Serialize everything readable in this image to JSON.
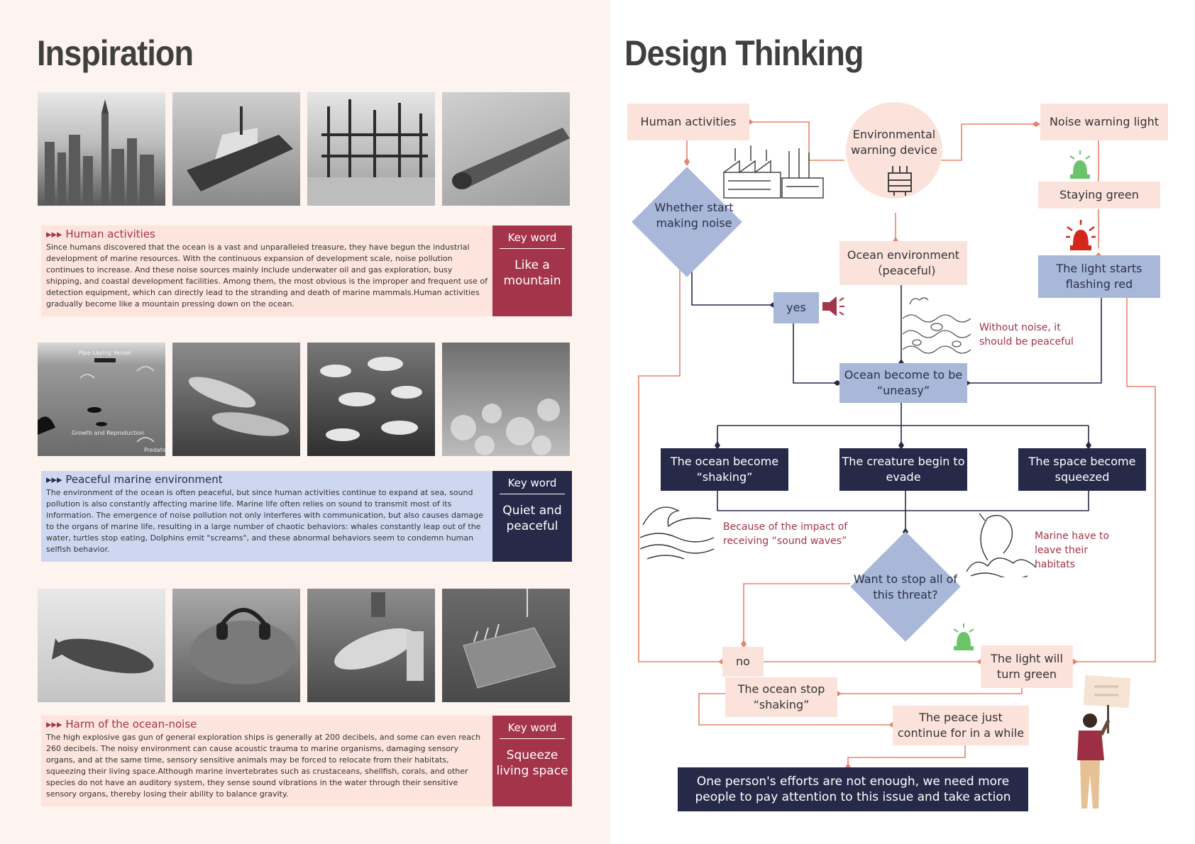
{
  "left": {
    "title": "Inspiration",
    "sections": [
      {
        "heading": "▸▸▸ Human activities",
        "body": "Since humans discovered that the ocean is a vast and unparalleled treasure, they have begun the industrial development of marine resources. With the continuous expansion of development scale, noise pollution continues to increase. And these noise sources mainly include underwater oil and gas exploration, busy shipping, and coastal development facilities. Among them, the most obvious is the improper and frequent use of detection equipment, which can directly lead to the stranding and death of marine mammals.Human activities gradually become like a mountain pressing down on the ocean.",
        "keyword_label": "Key word",
        "keyword": "Like a mountain",
        "photos": [
          "city skyline",
          "exploration ship",
          "oil rigs",
          "detection device"
        ]
      },
      {
        "heading": "▸▸▸ Peaceful marine environment",
        "body": "The environment of the ocean is often peaceful, but since human activities continue to expand at sea, sound pollution is also constantly affecting marine life. Marine life often relies on sound to transmit most of its information. The emergence of noise pollution not only interferes with communication, but also causes damage to the organs of marine life, resulting in a large number of chaotic behaviors: whales constantly leap out of the water, turtles stop eating, Dolphins emit \"screams\", and these abnormal behaviors seem to condemn human selfish behavior.",
        "keyword_label": "Key word",
        "keyword": "Quiet and peaceful",
        "photos": [
          "sound diagram",
          "dolphins",
          "fish school",
          "coral reef"
        ],
        "diagram_labels": [
          "Pipe Laying Vessel",
          "Growth and Reproduction",
          "Predator"
        ]
      },
      {
        "heading": "▸▸▸ Harm of the ocean-noise",
        "body": "The high explosive gas gun of general exploration ships is generally at 200 decibels, and some can even reach 260 decibels. The noisy environment can cause acoustic trauma to marine organisms, damaging sensory organs, and at the same time, sensory sensitive animals may be forced to relocate from their habitats, squeezing their living space.Although marine invertebrates such as crustaceans, shellfish, corals, and other species do not have an auditory system, they sense sound vibrations in the water through their sensitive sensory organs, thereby losing their ability to balance gravity.",
        "keyword_label": "Key word",
        "keyword": "Squeeze living space",
        "photos": [
          "stranded whale",
          "whale with headphones",
          "dead marine animal",
          "underwater equipment"
        ]
      }
    ]
  },
  "right": {
    "title": "Design Thinking",
    "nodes": {
      "human_activities": "Human activities",
      "env_device": "Environmental warning device",
      "noise_light": "Noise warning light",
      "staying_green": "Staying green",
      "light_red": "The light starts flashing red",
      "whether_noise": "Whether start making noise",
      "ocean_peaceful": "Ocean environment（peaceful)",
      "yes": "yes",
      "without_noise": "Without noise, it should be peaceful",
      "uneasy": "Ocean become to be “uneasy”",
      "shaking": "The ocean become “shaking”",
      "evade": "The creature begin to evade",
      "squeezed": "The space become squeezed",
      "sound_waves": "Because of the impact of receiving “sound waves”",
      "habitats": "Marine have to leave their habitats",
      "want_stop": "Want to stop all of this threat?",
      "no": "no",
      "turn_green": "The light will turn green",
      "stop_shaking": "The ocean stop “shaking”",
      "peace_continue": "The peace just continue for in a while",
      "conclusion": "One person's efforts are not enough, we need more people to pay attention to this issue and take action"
    }
  },
  "colors": {
    "navy": "#262a48",
    "blue": "#a9b7d9",
    "pink": "#fbe3dc",
    "crimson": "#a3344a",
    "line_orange": "#e8836a"
  }
}
